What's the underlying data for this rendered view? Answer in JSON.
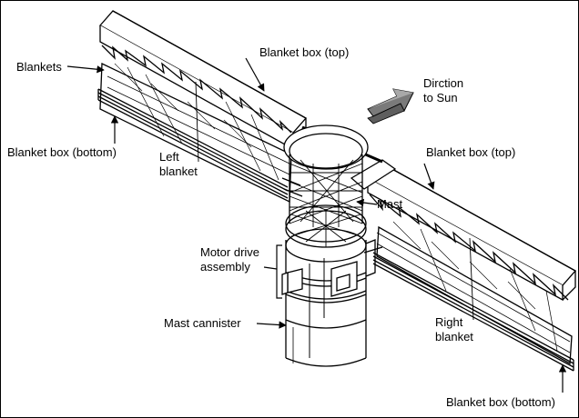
{
  "diagram": {
    "labels": {
      "blankets": "Blankets",
      "blanket_box_top_left": "Blanket box (top)",
      "direction_line1": "Dirction",
      "direction_line2": "to Sun",
      "blanket_box_bottom_left": "Blanket box (bottom)",
      "left_blanket_line1": "Left",
      "left_blanket_line2": "blanket",
      "blanket_box_top_right": "Blanket box (top)",
      "mast": "Mast",
      "motor_drive_line1": "Motor drive",
      "motor_drive_line2": "assembly",
      "mast_cannister": "Mast cannister",
      "right_blanket_line1": "Right",
      "right_blanket_line2": "blanket",
      "blanket_box_bottom_right": "Blanket box (bottom)"
    },
    "colors": {
      "ink": "#000000",
      "background": "#ffffff",
      "sun_arrow_dark": "#6e6e6e",
      "sun_arrow_light": "#a6a6a6"
    },
    "icons": {
      "sun_direction": "shaded-arrow-icon",
      "callout": "arrowhead-icon"
    }
  }
}
